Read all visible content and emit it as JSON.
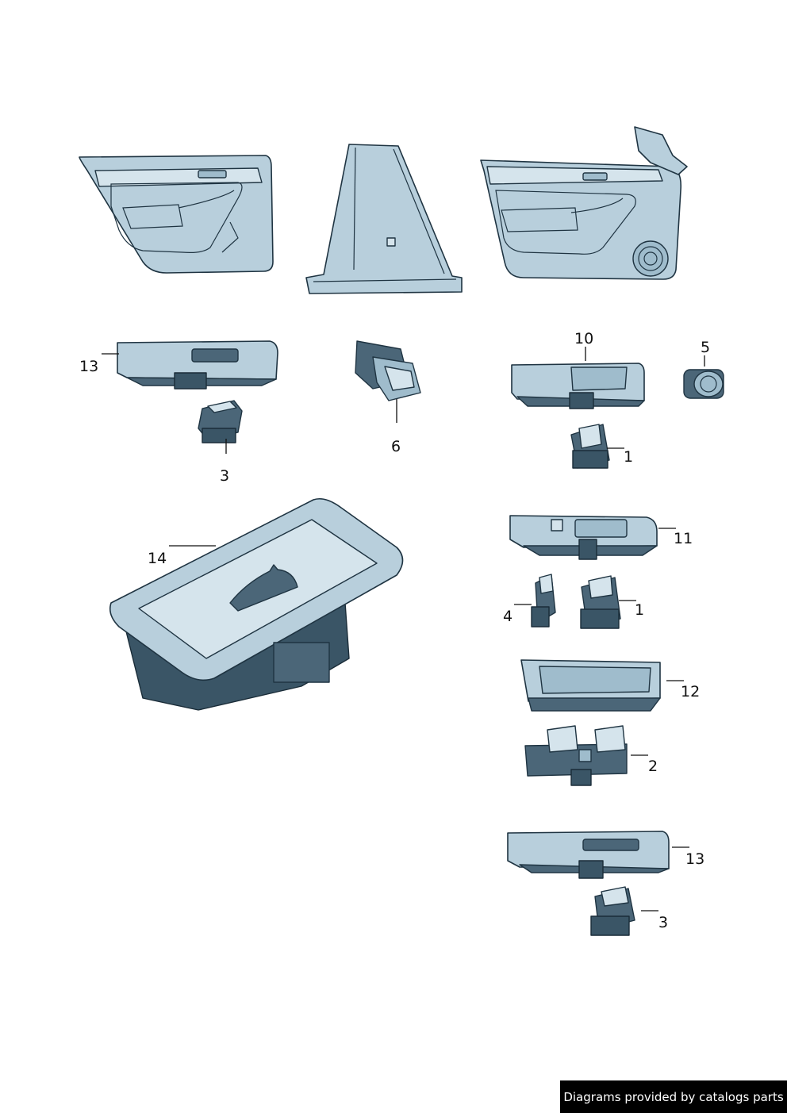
{
  "callouts": {
    "c13a": "13",
    "c3a": "3",
    "c6": "6",
    "c10": "10",
    "c5": "5",
    "c1a": "1",
    "c14": "14",
    "c11": "11",
    "c4": "4",
    "c1b": "1",
    "c12": "12",
    "c2": "2",
    "c13b": "13",
    "c3b": "3"
  },
  "footer": {
    "text": "Diagrams provided by catalogs parts"
  },
  "colors": {
    "part_fill": "#b8cfdc",
    "part_outline": "#1f3442",
    "switch_dark": "#4b6678",
    "footer_bg": "#000000",
    "footer_text": "#ffffff"
  }
}
